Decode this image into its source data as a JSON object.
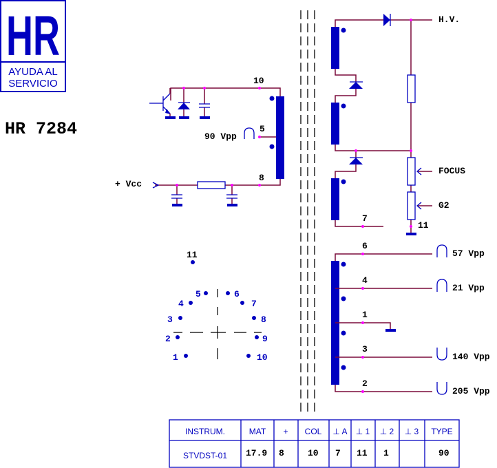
{
  "logo": {
    "letters": "HR",
    "line1": "AYUDA AL",
    "line2": "SERVICIO"
  },
  "model": "HR 7284",
  "primary": {
    "pin_top": "10",
    "pin_mid": "5",
    "pin_bottom": "8",
    "mid_signal": "90 Vpp",
    "supply": "+ Vcc"
  },
  "hv_section": {
    "hv_label": "H.V.",
    "focus_label": "FOCUS",
    "g2_label": "G2",
    "ground_pin": "11",
    "return_pin": "7"
  },
  "secondary": [
    {
      "pin": "6",
      "signal": "57 Vpp"
    },
    {
      "pin": "4",
      "signal": "21 Vpp"
    },
    {
      "pin": "1",
      "signal": ""
    },
    {
      "pin": "3",
      "signal": "140 Vpp"
    },
    {
      "pin": "2",
      "signal": "205 Vpp"
    }
  ],
  "pinout": [
    "1",
    "2",
    "3",
    "4",
    "5",
    "6",
    "7",
    "8",
    "9",
    "10",
    "11"
  ],
  "table": {
    "headers": [
      "INSTRUM.",
      "MAT",
      "+",
      "COL",
      "⊥ A",
      "⊥ 1",
      "⊥ 2",
      "⊥ 3",
      "TYPE"
    ],
    "values": [
      "STVDST-01",
      "17.9",
      "8",
      "10",
      "7",
      "11",
      "1",
      "",
      "90"
    ]
  },
  "colors": {
    "ink": "#0000c0",
    "wire": "#7a0a3a",
    "junction": "#ff00ff"
  }
}
